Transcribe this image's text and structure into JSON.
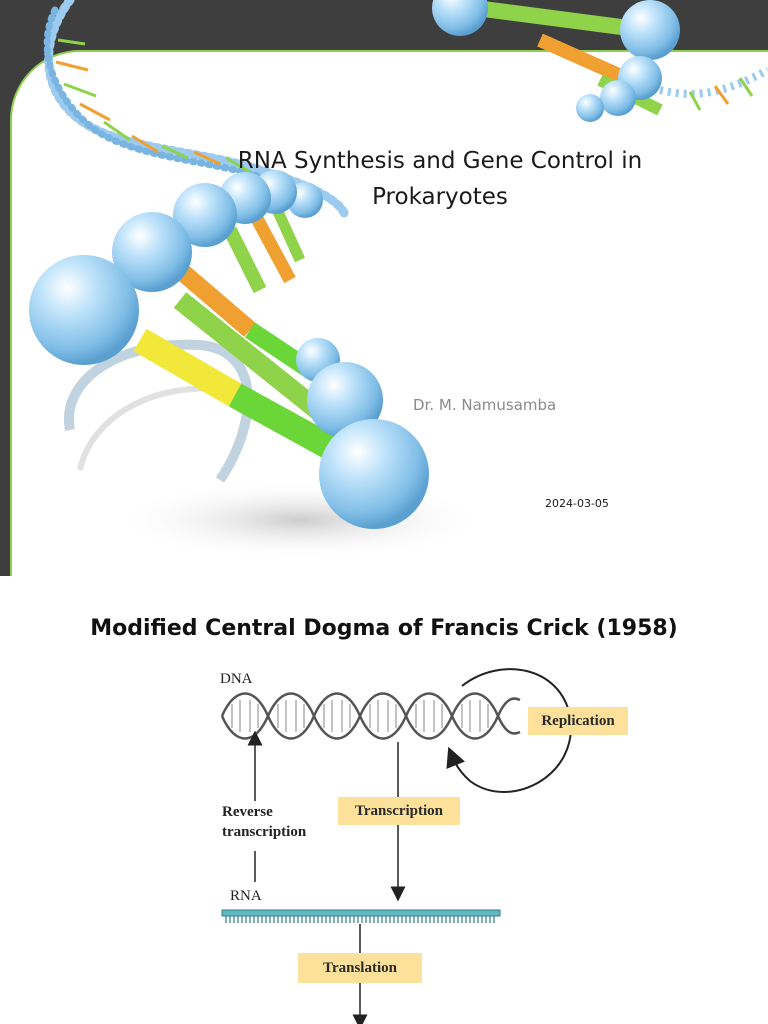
{
  "slide1": {
    "title_line1": "RNA Synthesis  and Gene Control in",
    "title_line2": "Prokaryotes",
    "author": "Dr. M.  Namusamba",
    "date": "2024-03-05"
  },
  "slide2": {
    "heading": "Modified Central Dogma of Francis Crick (1958)",
    "labels": {
      "dna": "DNA",
      "rna": "RNA",
      "reverse_line1": "Reverse",
      "reverse_line2": "transcription"
    },
    "boxes": {
      "replication": "Replication",
      "transcription": "Transcription",
      "translation": "Translation"
    }
  },
  "colors": {
    "background_dark": "#3e3e3e",
    "panel_border": "#8fd14f",
    "box_fill": "#fde19a",
    "rna_strand": "#5fb8c2"
  }
}
